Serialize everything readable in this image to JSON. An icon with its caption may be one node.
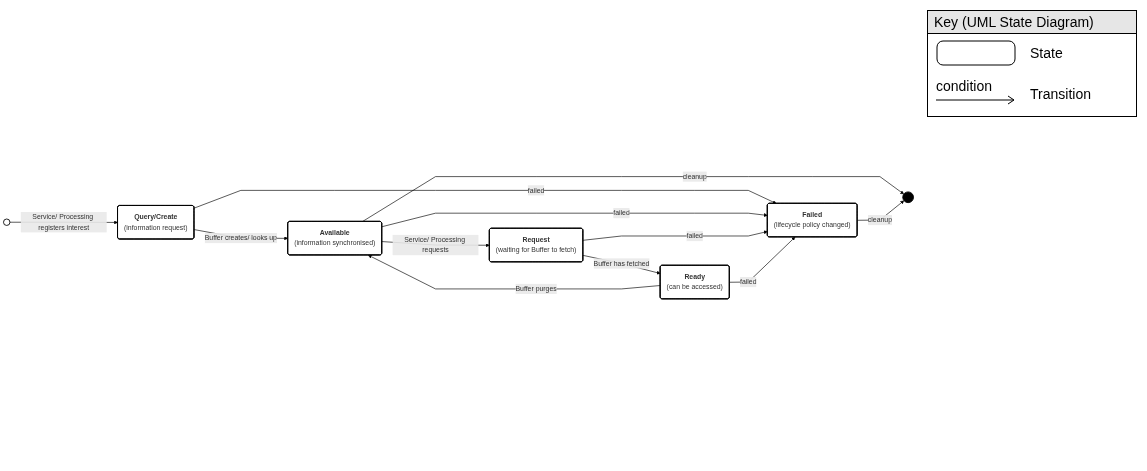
{
  "diagram": {
    "nodes": [
      {
        "text": [],
        "shape": "circle"
      },
      {
        "text": [
          "Query/Create",
          "(information request)"
        ]
      },
      {
        "text": [
          "Available",
          "(information synchronised)"
        ]
      },
      {
        "text": [
          "Request",
          "(waiting for Buffer to fetch)"
        ]
      },
      {
        "text": [
          "Ready",
          "(can be accessed)"
        ]
      },
      {
        "text": [
          "Failed",
          "(lifecycle policy changed)"
        ]
      },
      {
        "text": [],
        "shape": "circle"
      }
    ],
    "edges": [
      {
        "from": 0,
        "to": 1,
        "arrow": "to",
        "label": "Service/ Processing registers interest"
      },
      {
        "from": 1,
        "to": 2,
        "arrow": "to",
        "label": "Buffer creates/ looks up"
      },
      {
        "from": 2,
        "to": 3,
        "arrow": "to",
        "label": "Service/ Processing requests"
      },
      {
        "from": 3,
        "to": 4,
        "arrow": "to",
        "label": "Buffer has fetched"
      },
      {
        "from": 4,
        "to": 2,
        "arrow": "to",
        "label": "Buffer purges"
      },
      {
        "from": 1,
        "to": 5,
        "arrow": "to",
        "label": "failed"
      },
      {
        "from": 2,
        "to": 6,
        "arrow": "to",
        "label": "cleanup"
      },
      {
        "from": 2,
        "to": 5,
        "arrow": "to",
        "label": "failed"
      },
      {
        "from": 3,
        "to": 5,
        "arrow": "to",
        "label": "failed"
      },
      {
        "from": 4,
        "to": 5,
        "arrow": "to",
        "label": "failed"
      },
      {
        "from": 5,
        "to": 6,
        "arrow": "to",
        "label": "cleanup"
      }
    ],
    "labels": [
      "Key (UML State Diagram)",
      "condition"
    ],
    "legend": [
      {
        "text": "State"
      },
      {
        "text": "Transition"
      }
    ]
  }
}
